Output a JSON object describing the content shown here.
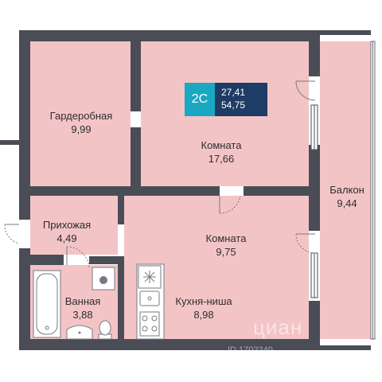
{
  "colors": {
    "floor": "#f3c4c6",
    "wall": "#4a4d56",
    "badge_type": "#1aa7c2",
    "badge_area": "#1f3c66",
    "fixture": "#ffffff"
  },
  "badge": {
    "type": "2С",
    "living_area": "27,41",
    "total_area": "54,75"
  },
  "rooms": [
    {
      "id": "wardrobe",
      "name": "Гардеробная",
      "area": "9,99"
    },
    {
      "id": "room1",
      "name": "Комната",
      "area": "17,66"
    },
    {
      "id": "balcony",
      "name": "Балкон",
      "area": "9,44"
    },
    {
      "id": "hallway",
      "name": "Прихожая",
      "area": "4,49"
    },
    {
      "id": "room2",
      "name": "Комната",
      "area": "9,75"
    },
    {
      "id": "bathroom",
      "name": "Ванная",
      "area": "3,88"
    },
    {
      "id": "kitchen",
      "name": "Кухня-ниша",
      "area": "8,98"
    }
  ],
  "icons": [
    "bathtub-icon",
    "sink-icon",
    "toilet-icon",
    "stove-icon",
    "fridge-icon",
    "kitchen-sink-icon",
    "washer-icon",
    "door-icon",
    "window-icon"
  ],
  "watermark": {
    "brand": "циан",
    "id": "ID 1702240"
  }
}
